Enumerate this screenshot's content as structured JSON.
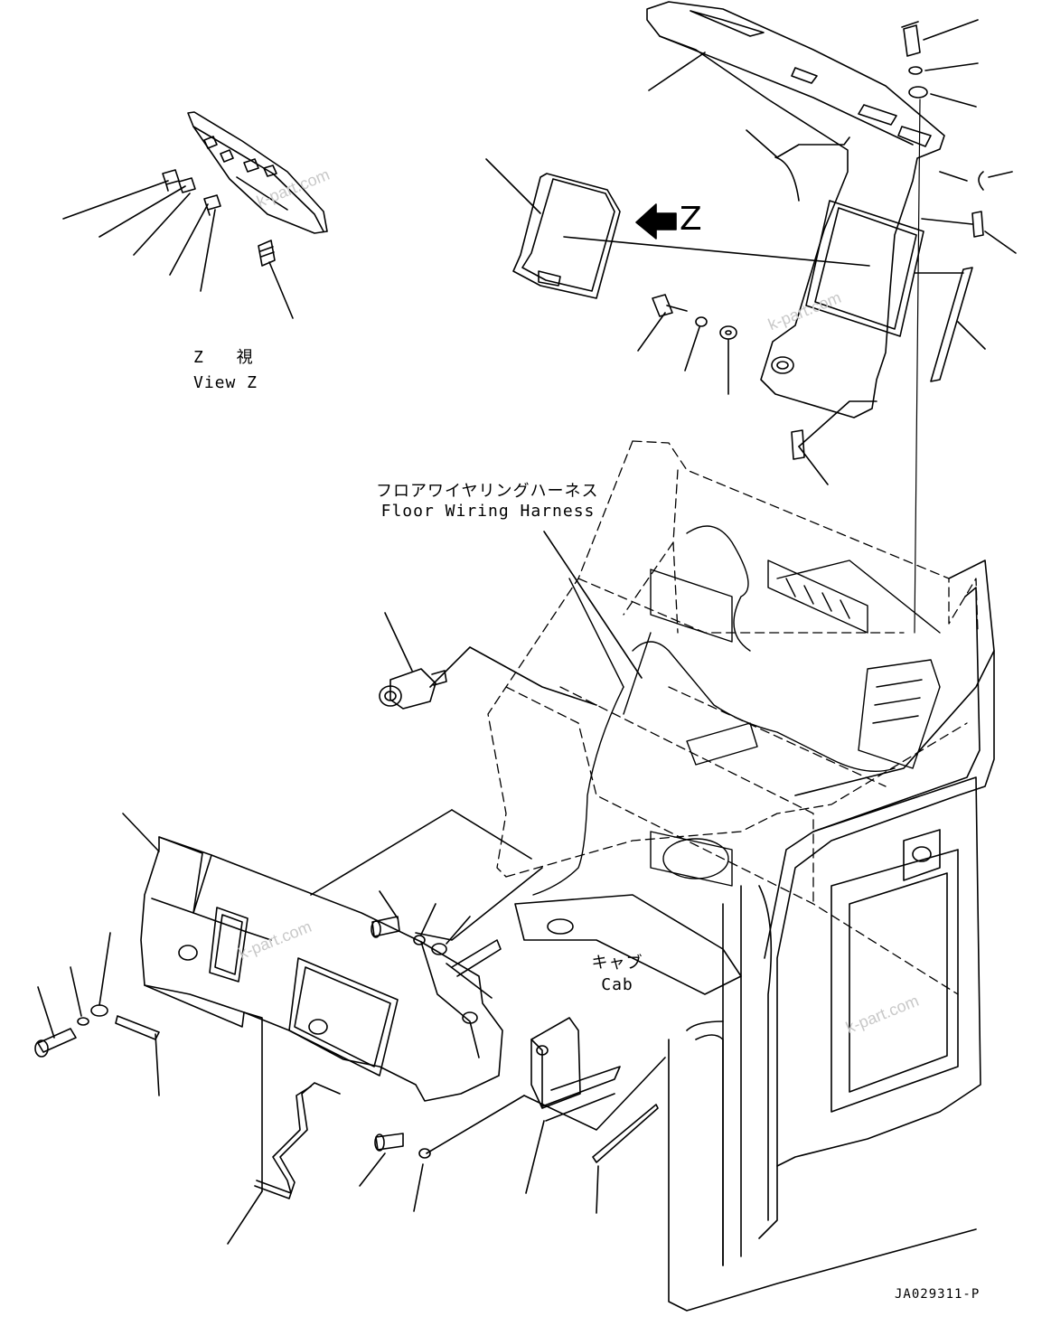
{
  "labels": {
    "view_z_jp": "Z 視",
    "view_z_en": "View Z",
    "harness_jp": "フロアワイヤリングハーネス",
    "harness_en": "Floor Wiring Harness",
    "cab_jp": "キャブ",
    "cab_en": "Cab",
    "arrow_z": "Z"
  },
  "watermark": "k-part.com",
  "document_number": "JA029311-P",
  "colors": {
    "line": "#000000",
    "watermark": "#c8c8c8",
    "background": "#ffffff"
  }
}
